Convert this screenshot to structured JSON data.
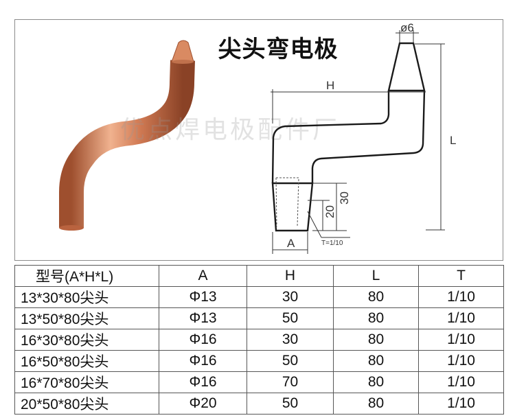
{
  "title": "尖头弯电极",
  "watermark": "优点焊电极配件厂",
  "drawing": {
    "phi_label": "ø6",
    "h_label": "H",
    "l_label": "L",
    "a_label": "A",
    "dim_30": "30",
    "dim_20": "20",
    "taper_label": "T=1/10"
  },
  "table": {
    "headers": [
      "型号(A*H*L)",
      "A",
      "H",
      "L",
      "T"
    ],
    "rows": [
      [
        "13*30*80尖头",
        "Φ13",
        "30",
        "80",
        "1/10"
      ],
      [
        "13*50*80尖头",
        "Φ13",
        "50",
        "80",
        "1/10"
      ],
      [
        "16*30*80尖头",
        "Φ16",
        "30",
        "80",
        "1/10"
      ],
      [
        "16*50*80尖头",
        "Φ16",
        "50",
        "80",
        "1/10"
      ],
      [
        "16*70*80尖头",
        "Φ16",
        "70",
        "80",
        "1/10"
      ],
      [
        "20*50*80尖头",
        "Φ20",
        "50",
        "80",
        "1/10"
      ]
    ]
  },
  "colors": {
    "copper_light": "#f0b28f",
    "copper_mid": "#d37c55",
    "copper_dark": "#9e4f2e",
    "line": "#1a1a1a"
  }
}
